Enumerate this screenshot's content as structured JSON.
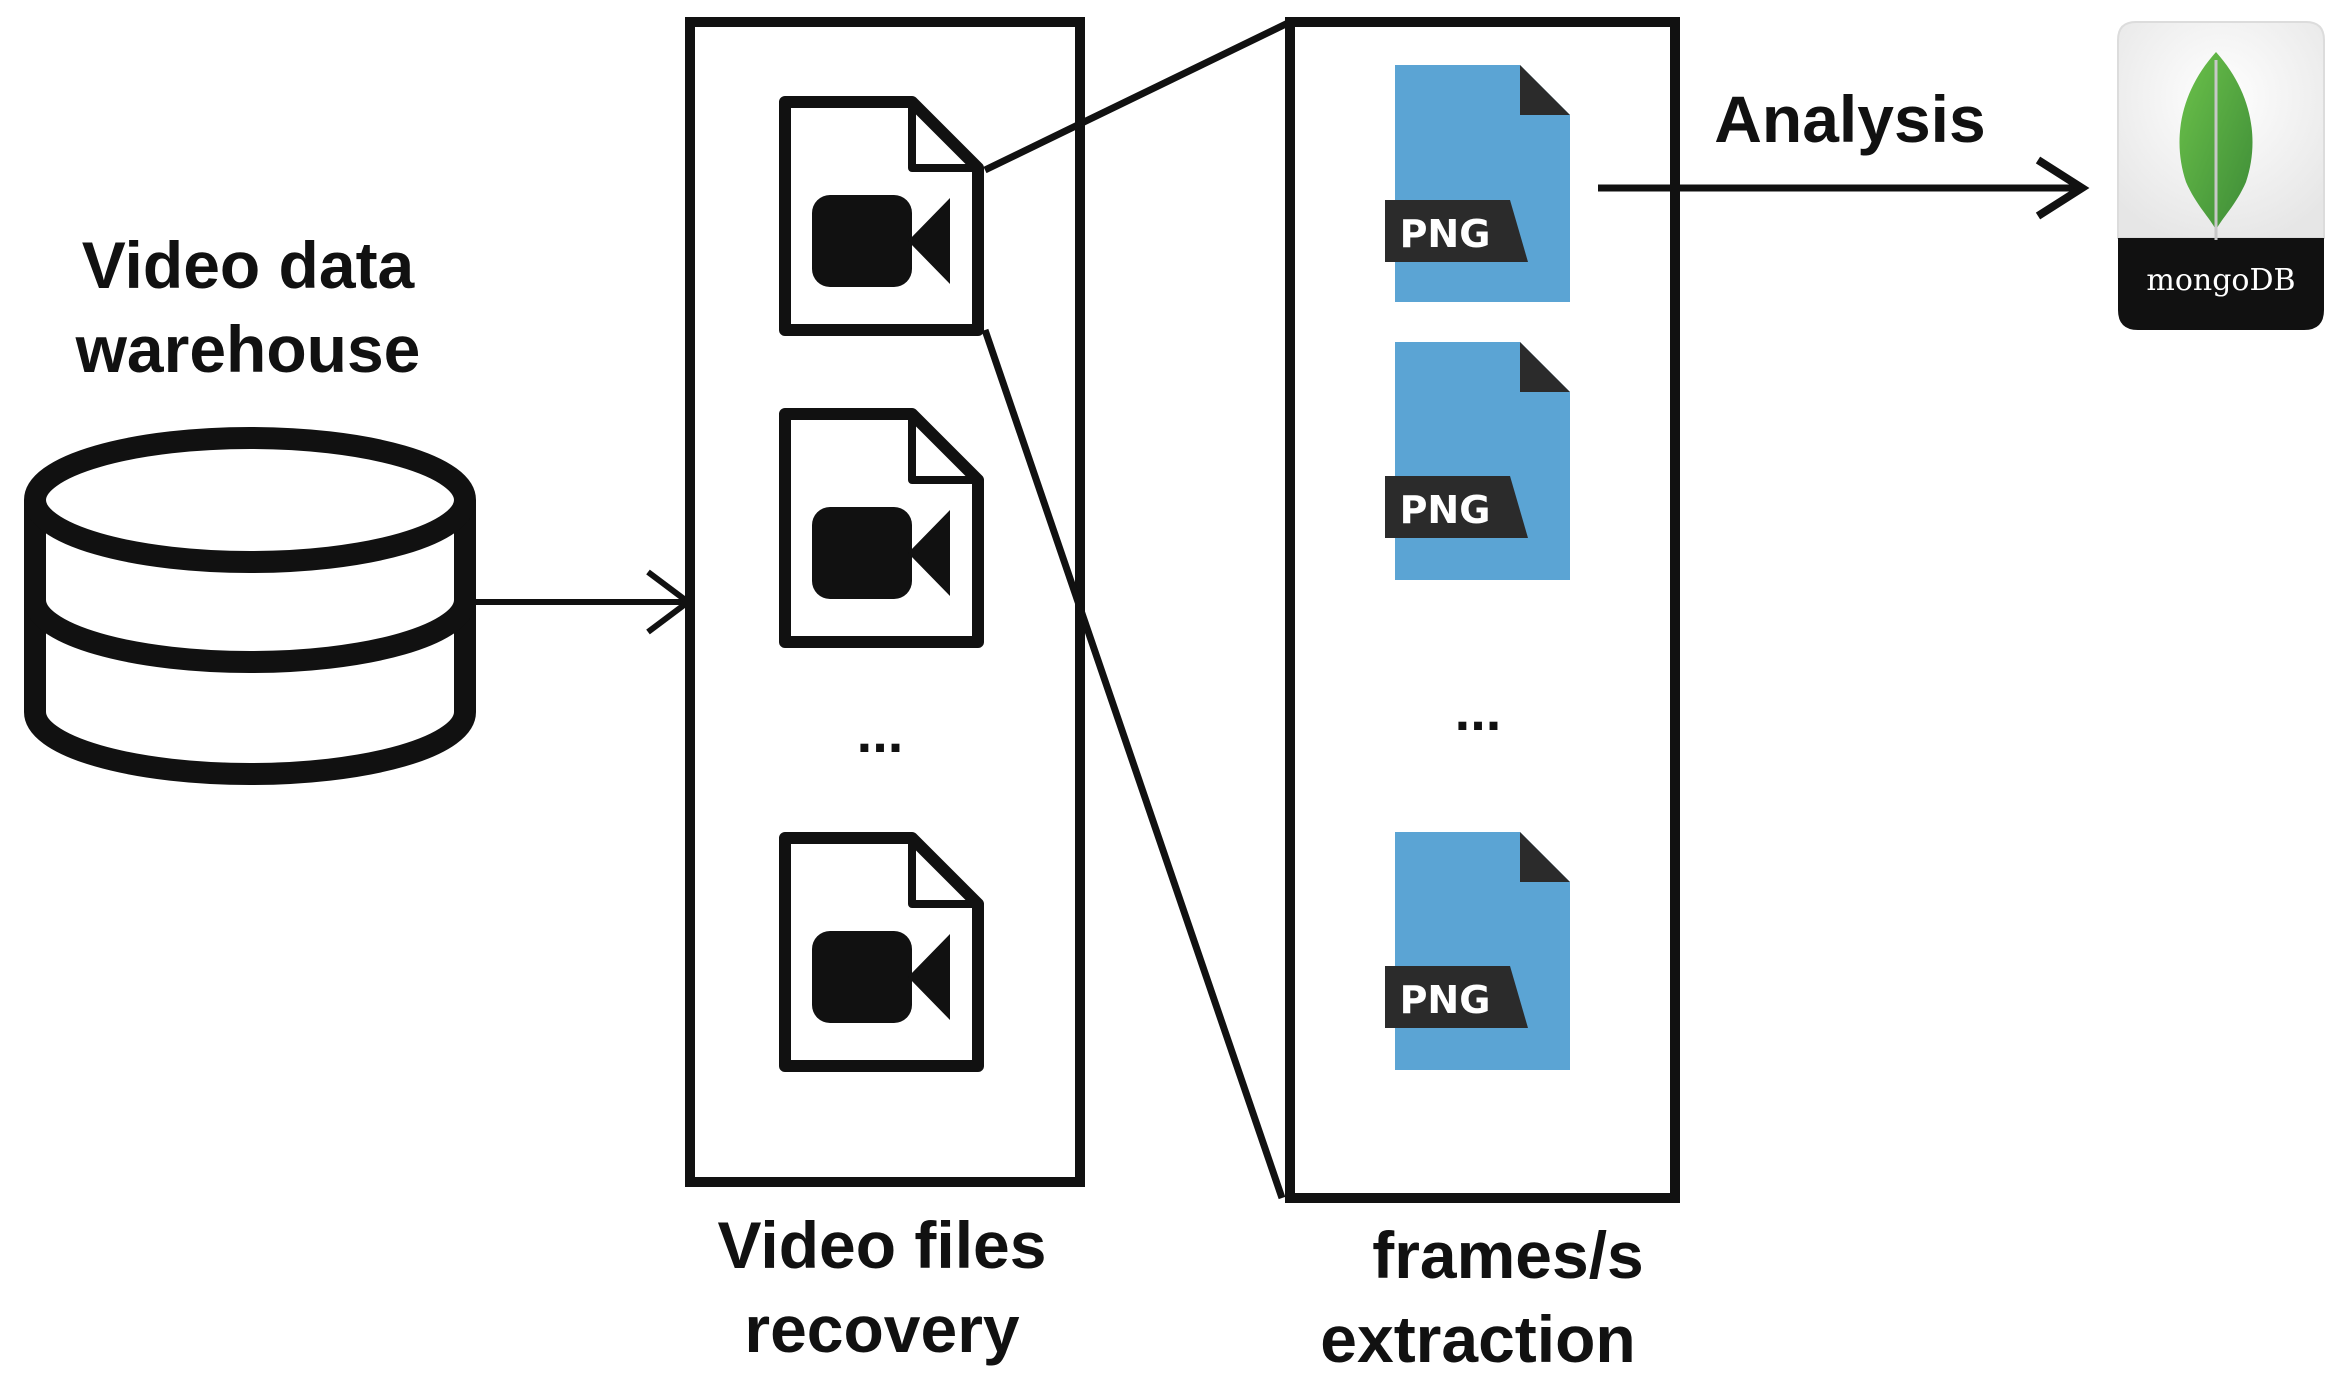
{
  "labels": {
    "warehouse_line1": "Video data",
    "warehouse_line2": "warehouse",
    "recovery_line1": "Video files",
    "recovery_line2": "recovery",
    "extraction_line1": "frames/s",
    "extraction_line2": "extraction",
    "analysis": "Analysis"
  },
  "video_files": {
    "ellipsis": "..."
  },
  "frames": {
    "badge": "PNG",
    "ellipsis": "..."
  },
  "mongodb": {
    "text": "mongoDB"
  },
  "icons": {
    "database": "database-icon",
    "video_file": "video-file-icon",
    "png_file": "png-file-icon",
    "mongodb": "mongodb-logo-icon"
  },
  "colors": {
    "png_file": "#5ba4d4",
    "png_badge": "#2b2b2b",
    "mongo_leaf": "#4faa41",
    "stroke": "#111111"
  }
}
